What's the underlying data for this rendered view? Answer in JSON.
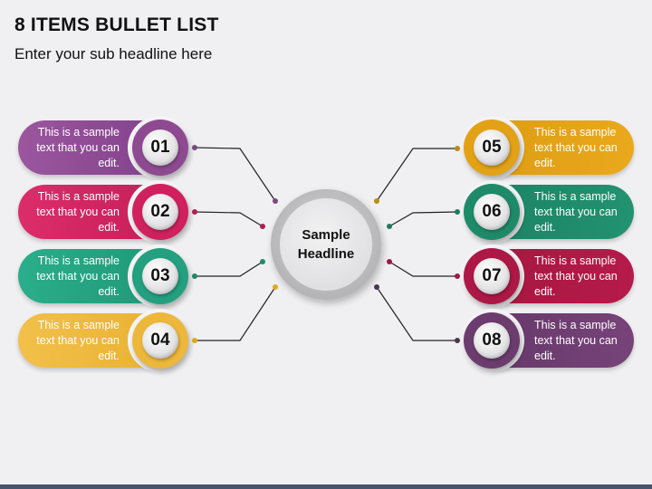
{
  "header": {
    "title": "8 ITEMS BULLET LIST",
    "subtitle": "Enter your sub headline here"
  },
  "center": {
    "line1": "Sample",
    "line2": "Headline"
  },
  "items": [
    {
      "number": "01",
      "text": "This is a sample text that you can edit.",
      "color": "#8e4a91",
      "side": "left"
    },
    {
      "number": "02",
      "text": "This is a sample text that you can edit.",
      "color": "#d0215e",
      "side": "left"
    },
    {
      "number": "03",
      "text": "This is a sample text that you can edit.",
      "color": "#23a07f",
      "side": "left"
    },
    {
      "number": "04",
      "text": "This is a sample text that you can edit.",
      "color": "#ecb73a",
      "side": "left"
    },
    {
      "number": "05",
      "text": "This is a sample text that you can edit.",
      "color": "#e3a216",
      "side": "right"
    },
    {
      "number": "06",
      "text": "This is a sample text that you can edit.",
      "color": "#1f8a69",
      "side": "right"
    },
    {
      "number": "07",
      "text": "This is a sample text that you can edit.",
      "color": "#ad1846",
      "side": "right"
    },
    {
      "number": "08",
      "text": "This is a sample text that you can edit.",
      "color": "#6c3c6e",
      "side": "right"
    }
  ],
  "connector_dot_colors": [
    "#7a4a7e",
    "#b21e4e",
    "#1f8a6a",
    "#e2a81f",
    "#b98c12",
    "#1f7a5e",
    "#9c1a43",
    "#4a3550"
  ]
}
